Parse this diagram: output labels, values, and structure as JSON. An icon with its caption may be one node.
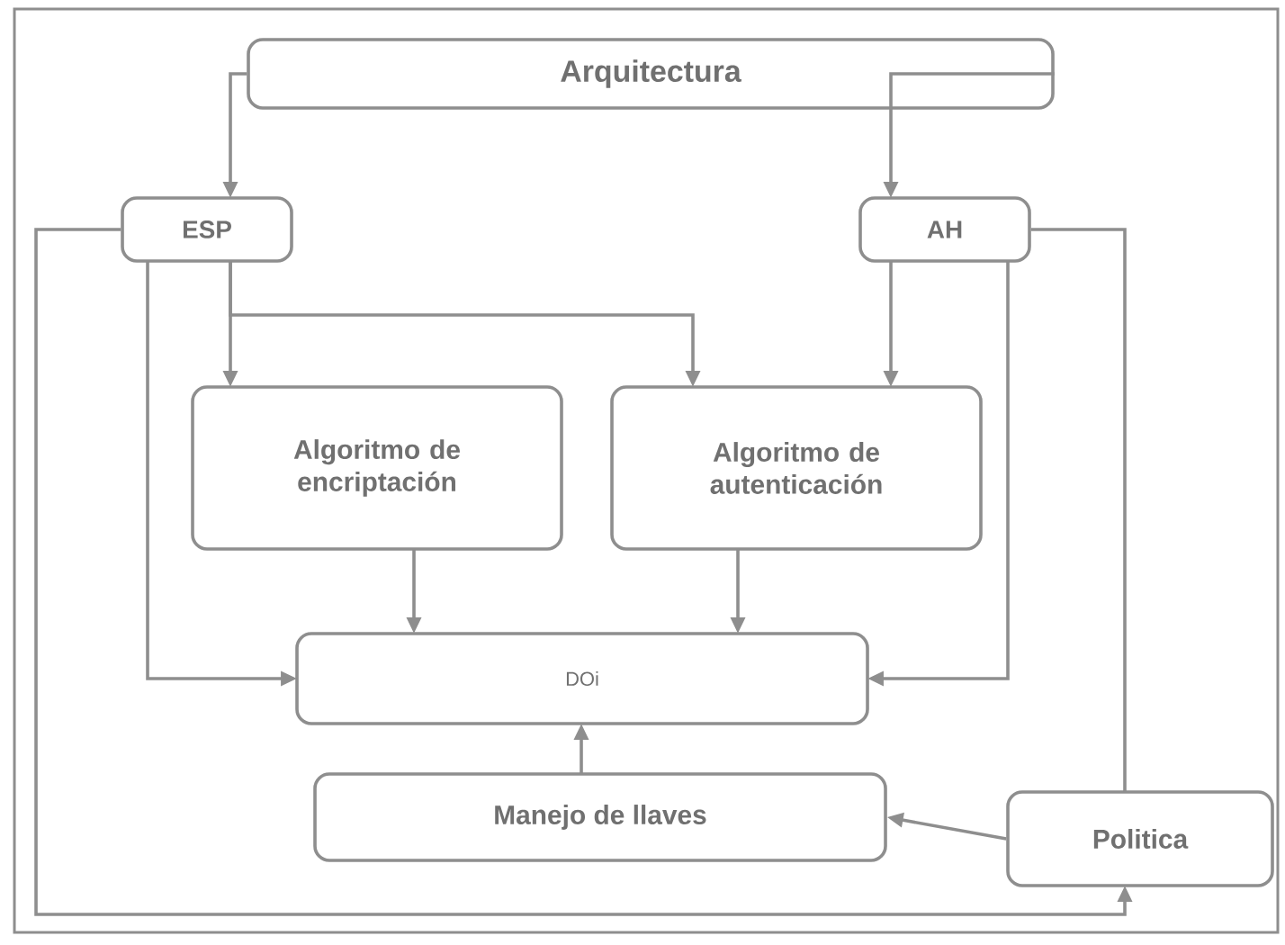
{
  "diagram": {
    "nodes": [
      {
        "text": [
          "Arquitectura"
        ]
      },
      {
        "text": [
          "ESP"
        ]
      },
      {
        "text": [
          "AH"
        ]
      },
      {
        "text": [
          "Algoritmo de encriptación"
        ]
      },
      {
        "text": [
          "Algoritmo de autenticación"
        ]
      },
      {
        "text": [
          "DOi"
        ]
      },
      {
        "text": [
          "Manejo de llaves"
        ]
      },
      {
        "text": [
          "Politica"
        ]
      }
    ],
    "edges": [
      {
        "from": 0,
        "to": 1,
        "arrow": "to"
      },
      {
        "from": 0,
        "to": 2,
        "arrow": "to"
      },
      {
        "from": 1,
        "to": 3,
        "arrow": "to"
      },
      {
        "from": 1,
        "to": 4,
        "arrow": "to"
      },
      {
        "from": 2,
        "to": 4,
        "arrow": "to"
      },
      {
        "from": 3,
        "to": 5,
        "arrow": "to"
      },
      {
        "from": 4,
        "to": 5,
        "arrow": "to"
      },
      {
        "from": 1,
        "to": 5,
        "arrow": "to"
      },
      {
        "from": 2,
        "to": 5,
        "arrow": "to"
      },
      {
        "from": 1,
        "to": 7,
        "arrow": "to"
      },
      {
        "from": 2,
        "to": 7,
        "arrow": "none"
      },
      {
        "from": 7,
        "to": 6,
        "arrow": "to"
      },
      {
        "from": 6,
        "to": 5,
        "arrow": "to"
      }
    ]
  }
}
